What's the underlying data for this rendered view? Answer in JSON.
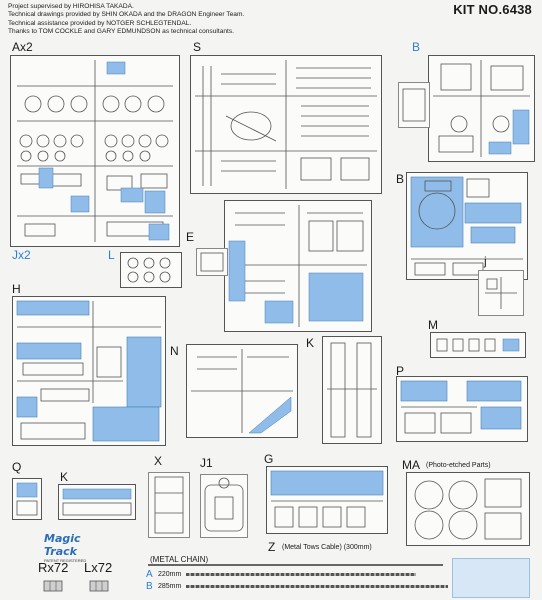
{
  "header": {
    "credits": [
      "Project supervised by HIROHISA TAKADA.",
      "Technical drawings provided by SHIN OKADA and the DRAGON Engineer Team.",
      "Technical assistance provided by NOTGER SCHLEGTENDAL.",
      "Thanks to TOM COCKLE and GARY EDMUNDSON as technical consultants."
    ],
    "kit_no": "KIT NO.6438"
  },
  "sprues": {
    "ax2": "Ax2",
    "s": "S",
    "b_top": "B",
    "b_mid": "B",
    "e": "E",
    "jx2": "Jx2",
    "l": "L",
    "j": "j",
    "h": "H",
    "n": "N",
    "k": "K",
    "m": "M",
    "p": "P",
    "q": "Q",
    "k2": "K",
    "x": "X",
    "j1": "J1",
    "g": "G",
    "ma": "MA",
    "ma_note": "(Photo-etched Parts)"
  },
  "chain": {
    "title": "(METAL CHAIN)",
    "a_key": "A",
    "a_len": "220mm",
    "b_key": "B",
    "b_len": "285mm",
    "z_key": "Z",
    "z_text": "(Metal Tows Cable) (300mm)"
  },
  "tracks": {
    "brand": "Magic Track",
    "brand_sub": "PATENT REGISTERED",
    "rx": "Rx72",
    "lx": "Lx72"
  },
  "colors": {
    "highlight": "#8fbce8",
    "accent_text": "#2f7fd0"
  }
}
